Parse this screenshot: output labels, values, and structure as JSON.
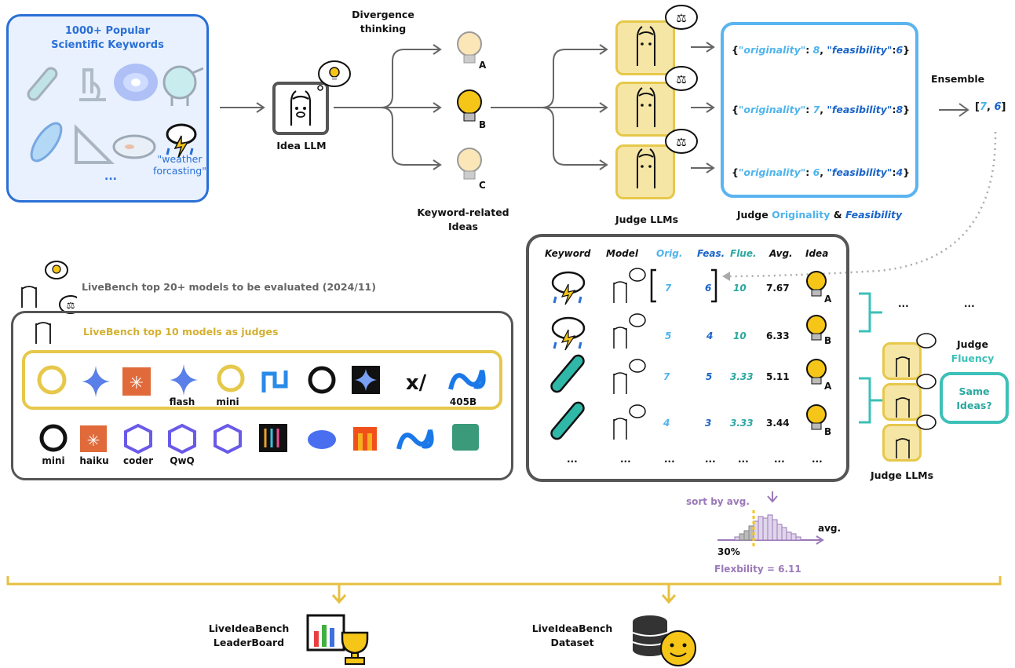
{
  "keywords_box": {
    "title_line1": "1000+ Popular",
    "title_line2": "Scientific Keywords",
    "example_line1": "\"weather",
    "example_line2": "forcasting\"",
    "ellipsis": "..."
  },
  "idea_llm": {
    "label": "Idea LLM"
  },
  "divergence": {
    "line1": "Divergence",
    "line2": "thinking"
  },
  "ideas": {
    "letters": [
      "A",
      "B",
      "C"
    ],
    "caption_line1": "Keyword-related",
    "caption_line2": "Ideas"
  },
  "judges": {
    "label": "Judge LLMs"
  },
  "scores": [
    {
      "o_key": "\"originality\"",
      "o_val": "8",
      "f_key": "\"feasibility\"",
      "f_val": "6"
    },
    {
      "o_key": "\"originality\"",
      "o_val": "7",
      "f_key": "\"feasibility\"",
      "f_val": "8"
    },
    {
      "o_key": "\"originality\"",
      "o_val": "6",
      "f_key": "\"feasibility\"",
      "f_val": "4"
    }
  ],
  "judge_caption": {
    "prefix": "Judge ",
    "orig": "Originality",
    "amp": " & ",
    "feas": "Feasibility"
  },
  "ensemble": {
    "label": "Ensemble",
    "result_open": "[",
    "o": "7",
    "comma": ", ",
    "f": "6",
    "result_close": "]"
  },
  "table": {
    "headers": [
      "Keyword",
      "Model",
      "Orig.",
      "Feas.",
      "Flue.",
      "Avg.",
      "Idea"
    ],
    "rows": [
      {
        "orig": "7",
        "feas": "6",
        "flue": "10",
        "avg": "7.67",
        "idea": "A"
      },
      {
        "orig": "5",
        "feas": "4",
        "flue": "10",
        "avg": "6.33",
        "idea": "B"
      },
      {
        "orig": "7",
        "feas": "5",
        "flue": "3.33",
        "avg": "5.11",
        "idea": "A"
      },
      {
        "orig": "4",
        "feas": "3",
        "flue": "3.33",
        "avg": "3.44",
        "idea": "B"
      }
    ],
    "ellipsis": "..."
  },
  "fluency": {
    "judge": "Judge",
    "fluency": "Fluency",
    "same_line1": "Same",
    "same_line2": "Ideas?",
    "judges_label": "Judge LLMs",
    "ellipsis": "..."
  },
  "livebench": {
    "top20": "LiveBench top 20+ models to be evaluated (2024/11)",
    "top10": "LiveBench top 10 models as judges",
    "judge_labels": [
      "",
      "",
      "",
      "flash",
      "mini",
      "",
      "",
      "",
      "",
      "405B"
    ],
    "model_labels": [
      "mini",
      "haiku",
      "coder",
      "QwQ",
      "",
      "",
      "",
      "",
      "",
      ""
    ]
  },
  "sort": {
    "label": "sort by avg.",
    "axis": "avg.",
    "pct": "30%",
    "flex": "Flexbility = 6.11"
  },
  "outputs": {
    "leaderboard_line1": "LiveIdeaBench",
    "leaderboard_line2": "LeaderBoard",
    "dataset_line1": "LiveIdeaBench",
    "dataset_line2": "Dataset"
  },
  "colors": {
    "blue": "#2a6fd6",
    "light_blue": "#4fb4ec",
    "gold": "#e6c84a",
    "teal": "#3cc0b8",
    "purple": "#9b79b8"
  }
}
